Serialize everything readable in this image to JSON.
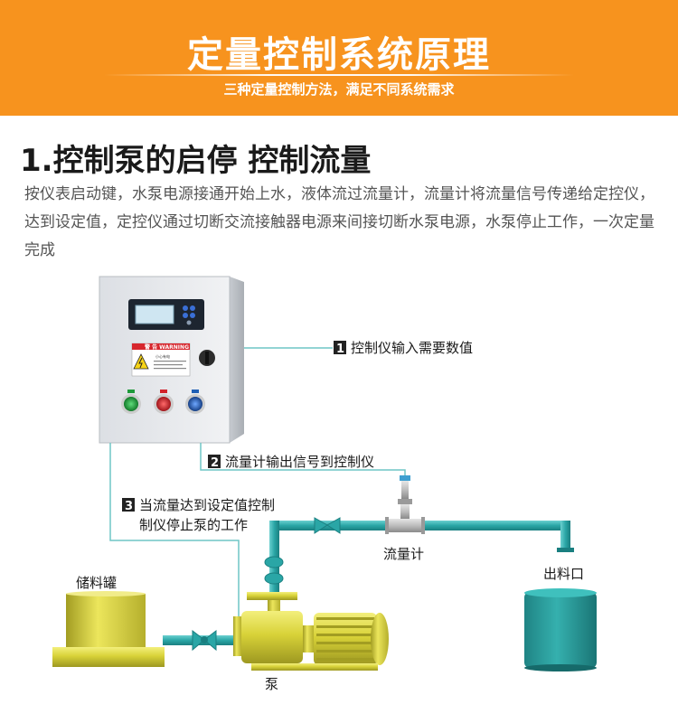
{
  "header": {
    "title": "定量控制系统原理",
    "subtitle": "三种定量控制方法，满足不同系统需求"
  },
  "section": {
    "title": "1.控制泵的启停 控制流量",
    "description": "按仪表启动键，水泵电源接通开始上水，液体流过流量计，流量计将流量信号传递给定控仪，达到设定值，定控仪通过切断交流接触器电源来间接切断水泵电源，水泵停止工作，一次定量完成"
  },
  "steps": [
    {
      "number": "1",
      "text": "控制仪输入需要数值"
    },
    {
      "number": "2",
      "text": "流量计输出信号到控制仪"
    },
    {
      "number": "3",
      "text": "当流量达到设定值控制",
      "text2": "制仪停止泵的工作"
    }
  ],
  "labels": {
    "tank": "储料罐",
    "flowmeter": "流量计",
    "outlet": "出料口",
    "pump": "泵"
  },
  "panel": {
    "warning_text": "警 告 WARNING",
    "warning_sub": "小心有电"
  },
  "colors": {
    "banner": "#f7931e",
    "pipe": "#2aa6a6",
    "pump_body": "#d8d238",
    "outlet_bucket": "#2a9c9c",
    "signal_line": "#6fc6c6",
    "button_green": "#1e9a3a",
    "button_red": "#d2222a",
    "button_blue": "#1f5fb5"
  }
}
